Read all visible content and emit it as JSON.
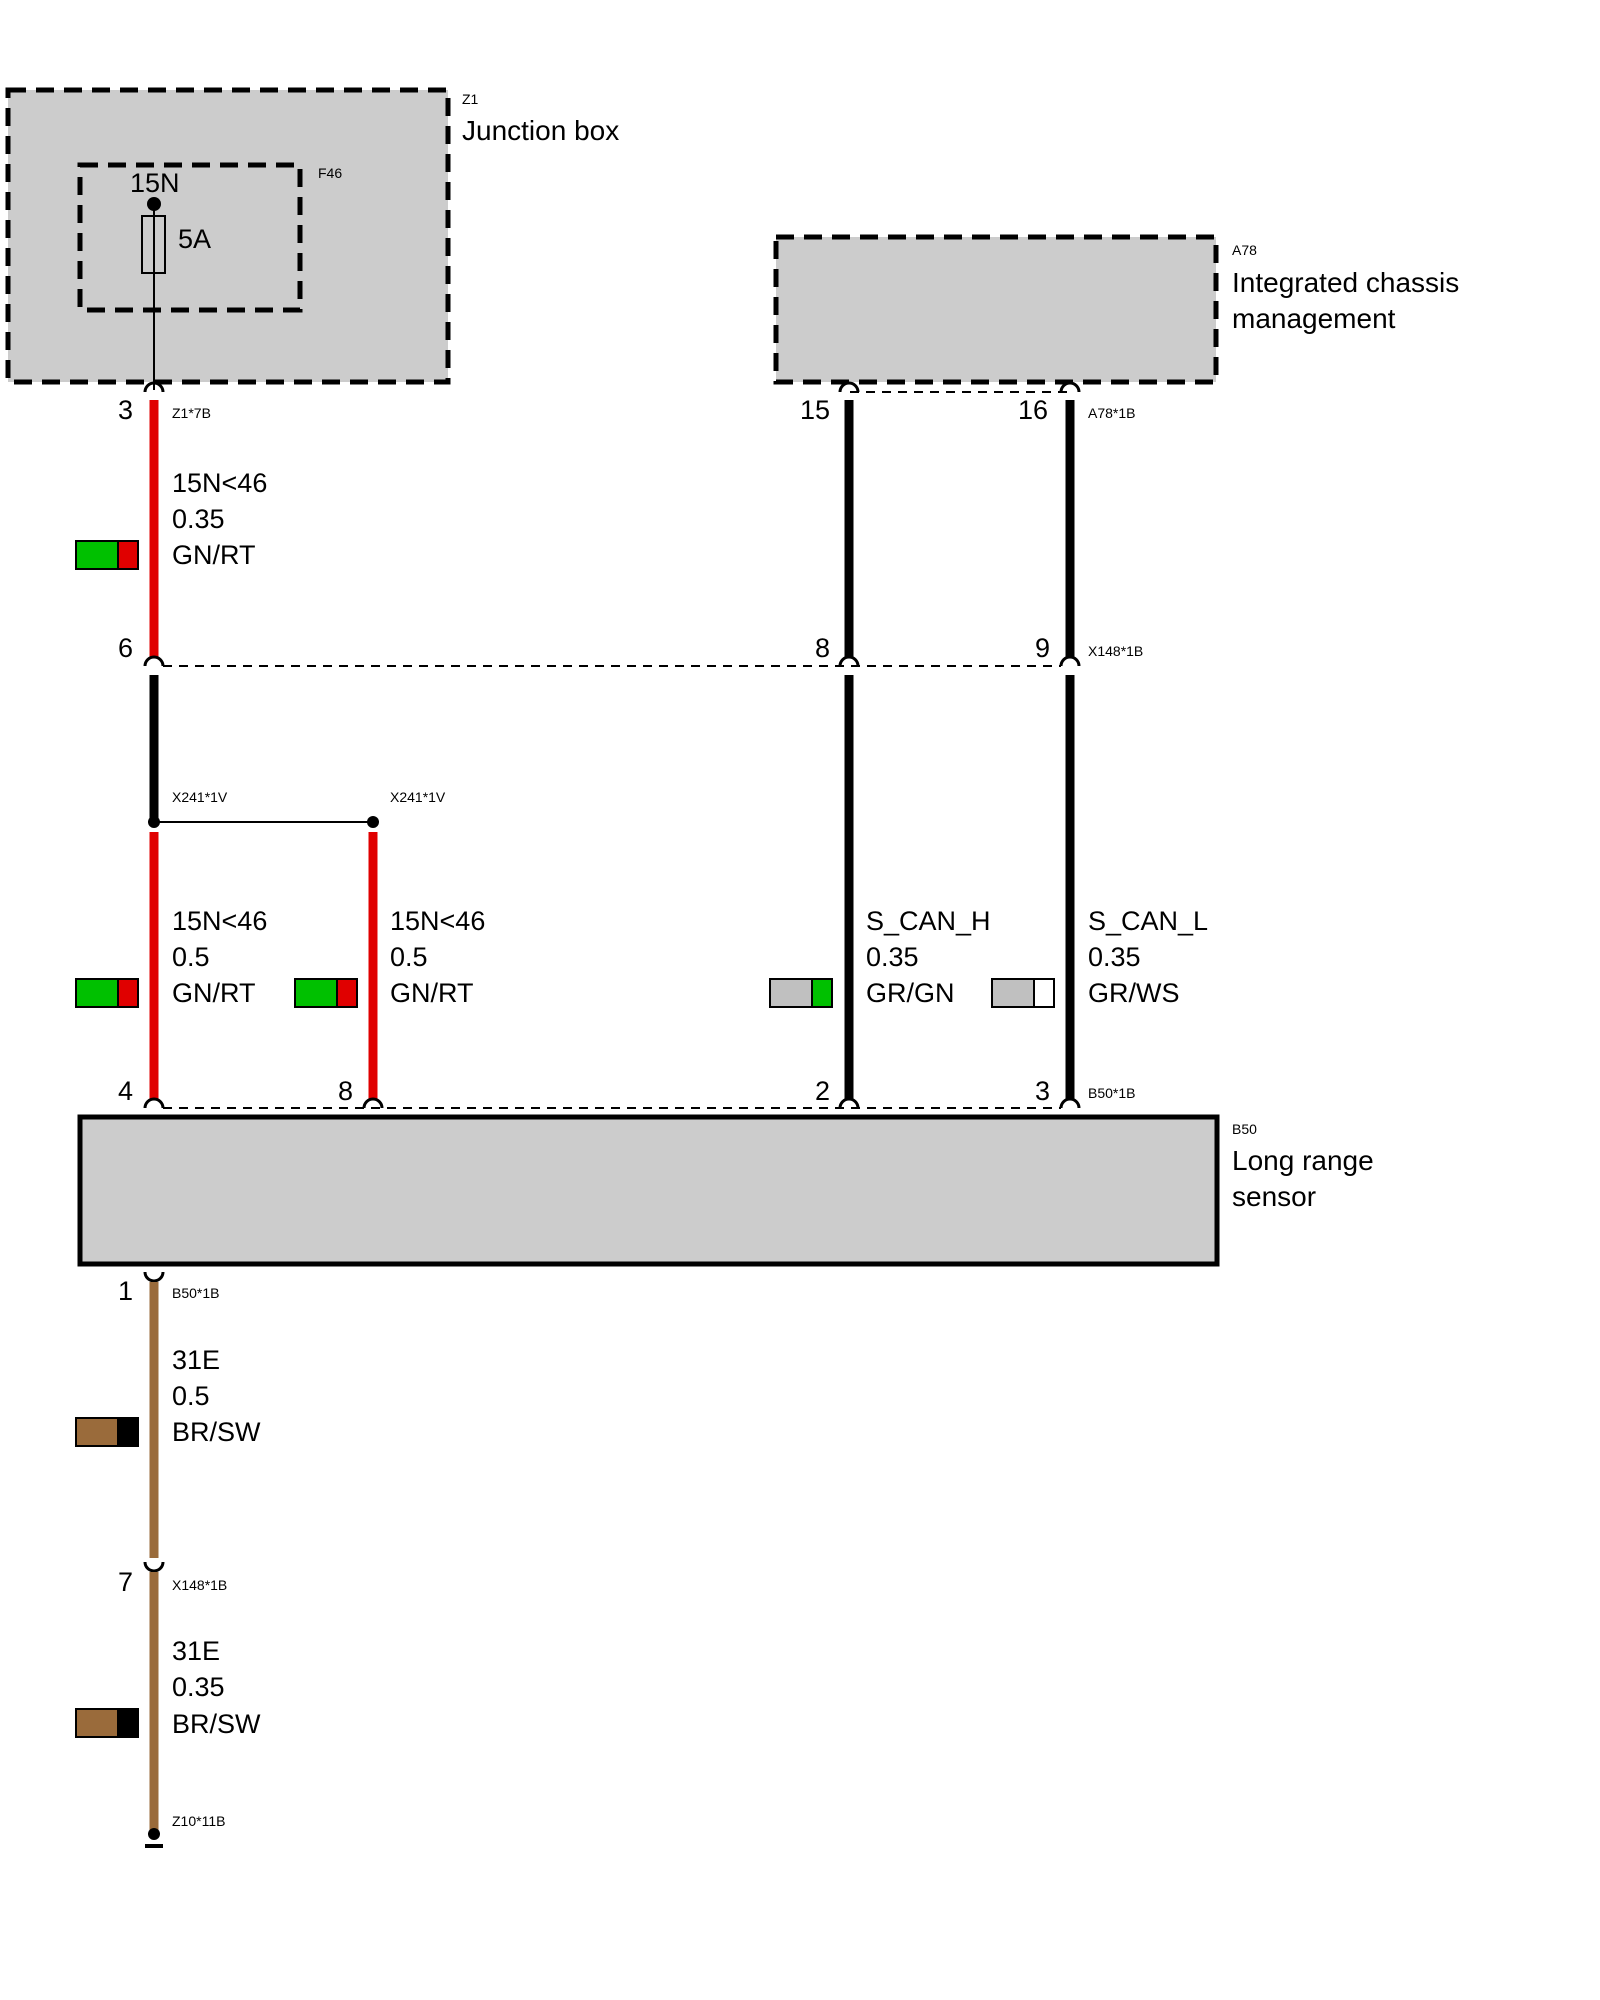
{
  "components": {
    "z1": {
      "code": "Z1",
      "name": "Junction box"
    },
    "f46": {
      "code": "F46",
      "terminal": "15N",
      "rating": "5A"
    },
    "a78": {
      "code": "A78",
      "name_line1": "Integrated chassis",
      "name_line2": "management"
    },
    "b50": {
      "code": "B50",
      "name_line1": "Long range",
      "name_line2": "sensor"
    }
  },
  "connectors": {
    "z1_7b": "Z1*7B",
    "a78_1b": "A78*1B",
    "x148_top": "X148*1B",
    "x241_left": "X241*1V",
    "x241_right": "X241*1V",
    "b50_top": "B50*1B",
    "b50_bottom": "B50*1B",
    "x148_bottom": "X148*1B",
    "z10": "Z10*11B"
  },
  "pins": {
    "z1_3": "3",
    "a78_15": "15",
    "a78_16": "16",
    "x148_6": "6",
    "x148_8": "8",
    "x148_9": "9",
    "b50_4": "4",
    "b50_8": "8",
    "b50_2": "2",
    "b50_3": "3",
    "b50_1": "1",
    "x148_7": "7"
  },
  "wires": {
    "w1": {
      "signal": "15N<46",
      "gauge": "0.35",
      "color_code": "GN/RT",
      "swatch": [
        "#00c000",
        "#e00000"
      ]
    },
    "w2": {
      "signal": "15N<46",
      "gauge": "0.5",
      "color_code": "GN/RT",
      "swatch": [
        "#00c000",
        "#e00000"
      ]
    },
    "w3": {
      "signal": "15N<46",
      "gauge": "0.5",
      "color_code": "GN/RT",
      "swatch": [
        "#00c000",
        "#e00000"
      ]
    },
    "w4": {
      "signal": "S_CAN_H",
      "gauge": "0.35",
      "color_code": "GR/GN",
      "swatch": [
        "#c0c0c0",
        "#00c000"
      ]
    },
    "w5": {
      "signal": "S_CAN_L",
      "gauge": "0.35",
      "color_code": "GR/WS",
      "swatch": [
        "#c0c0c0",
        "#ffffff"
      ]
    },
    "w6": {
      "signal": "31E",
      "gauge": "0.5",
      "color_code": "BR/SW",
      "swatch": [
        "#9a6b3b",
        "#000000"
      ]
    },
    "w7": {
      "signal": "31E",
      "gauge": "0.35",
      "color_code": "BR/SW",
      "swatch": [
        "#9a6b3b",
        "#000000"
      ]
    }
  },
  "colors": {
    "red_wire": "#e00000",
    "brown_wire": "#9a6b3b",
    "black_wire": "#000000",
    "box_fill": "#cccccc"
  }
}
